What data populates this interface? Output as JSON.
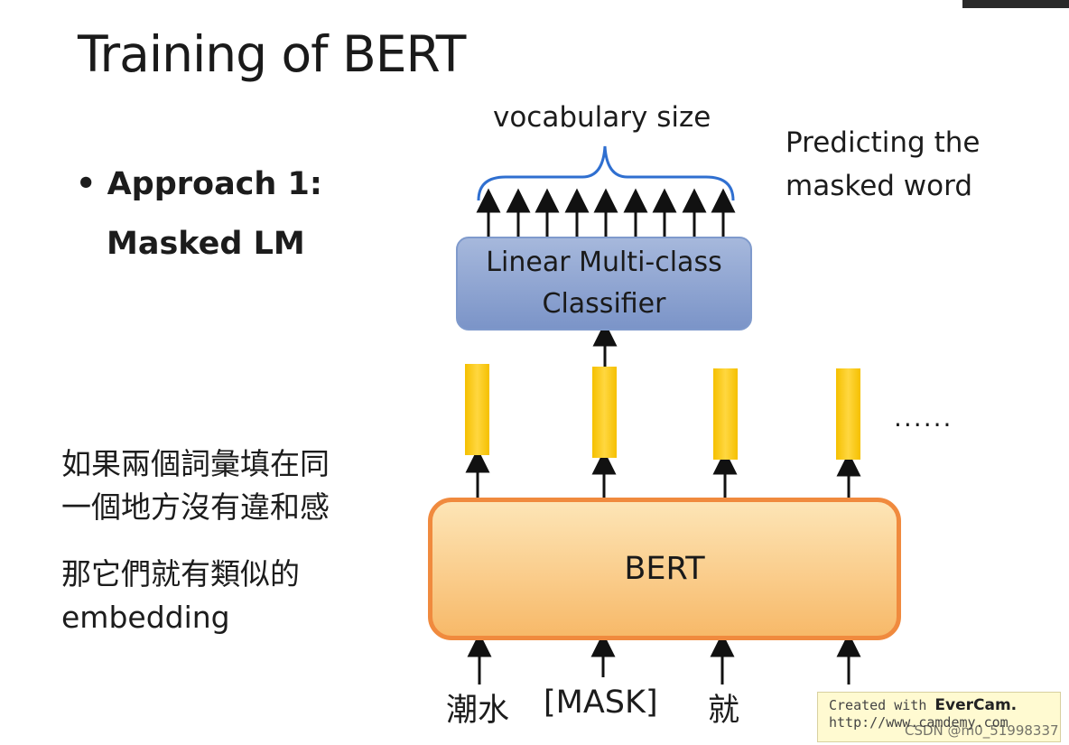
{
  "slide": {
    "title": "Training of BERT",
    "bullet_heading": "Approach 1:",
    "bullet_sub": "Masked LM"
  },
  "diagram": {
    "top_label": "vocabulary size",
    "side_note_line1": "Predicting the",
    "side_note_line2": "masked word",
    "classifier_line1": "Linear Multi-class",
    "classifier_line2": "Classifier",
    "model_label": "BERT",
    "ellipsis": "......",
    "tokens": [
      "潮水",
      "[MASK]",
      "就"
    ],
    "colors": {
      "classifier_fill": "#8fa6d4",
      "bert_fill": "#fbc98a",
      "bert_border": "#f08a3e",
      "embedding": "#f5c000"
    }
  },
  "annotation": {
    "line1": "如果兩個詞彙填在同",
    "line2": "一個地方沒有違和感",
    "line3": "那它們就有類似的",
    "line4": "embedding"
  },
  "watermark": {
    "line1_prefix": "Created with ",
    "brand": "EverCam.",
    "line2": "http://www.camdemy.com",
    "csdn": "CSDN @m0_51998337"
  }
}
